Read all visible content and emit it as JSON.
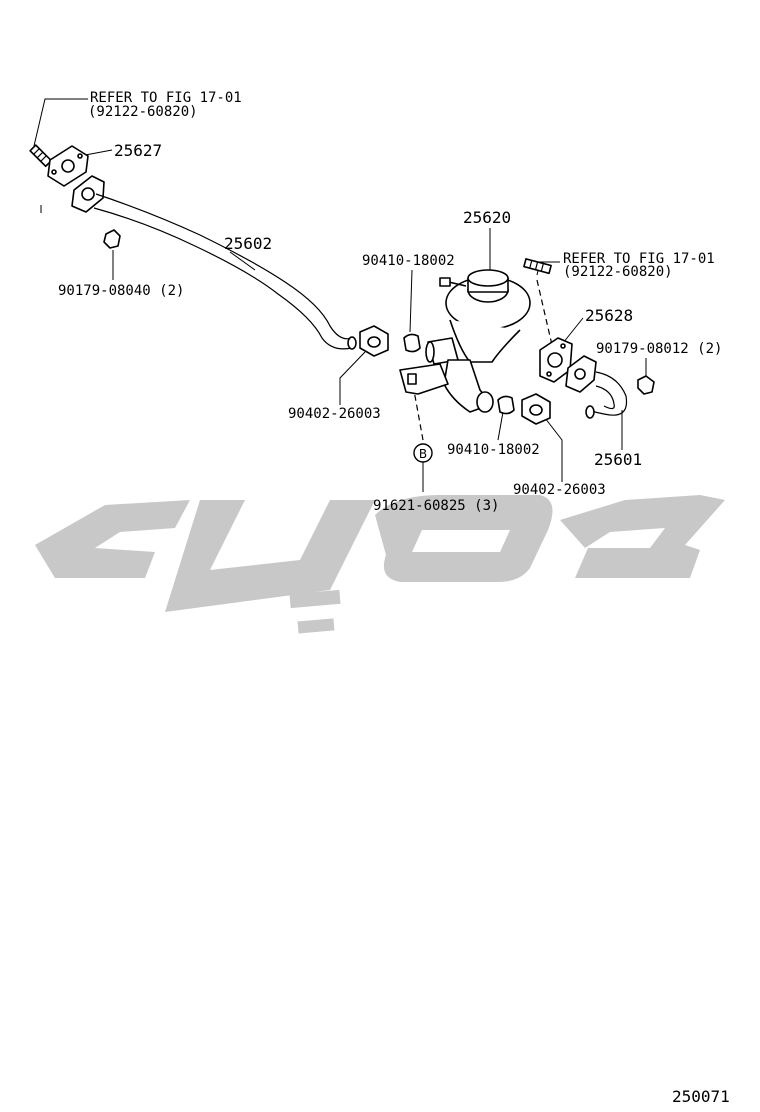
{
  "diagram": {
    "figure_number": "250071",
    "callouts": {
      "refer_top_left": "REFER TO FIG 17-01",
      "refer_top_left_sub": "(92122-60820)",
      "refer_right": "REFER TO FIG 17-01",
      "refer_right_sub": "(92122-60820)",
      "gasket_left": "25627",
      "pipe_left": "25602",
      "nut_left": "90179-08040 (2)",
      "egr_valve": "25620",
      "gasket_upper": "90410-18002",
      "union_nut_left": "90402-26003",
      "gasket_right": "25628",
      "nut_right": "90179-08012 (2)",
      "gasket_lower": "90410-18002",
      "pipe_right": "25601",
      "union_nut_right": "90402-26003",
      "bolt": "91621-60825 (3)",
      "bolt_symbol": "B"
    }
  }
}
